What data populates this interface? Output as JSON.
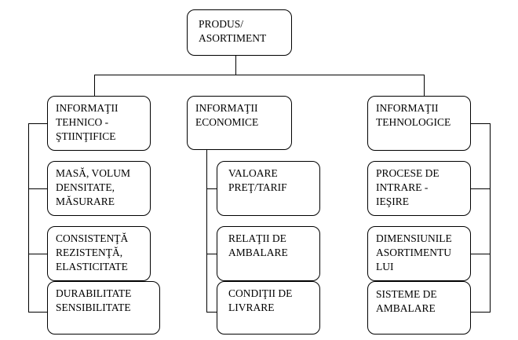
{
  "root": {
    "text": "PRODUS/\nASORTIMENT"
  },
  "columns": [
    {
      "header": "INFORMAŢII\nTEHNICO -\nŞTIINŢIFICE",
      "items": [
        "MASĂ, VOLUM\nDENSITATE,\nMĂSURARE",
        "CONSISTENŢĂ\nREZISTENŢĂ,\nELASTICITATE",
        "DURABILITATE\nSENSIBILITATE"
      ]
    },
    {
      "header": "INFORMAŢII\nECONOMICE",
      "items": [
        "VALOARE\nPREŢ/TARIF",
        "RELAŢII DE\nAMBALARE",
        "CONDIŢII DE\nLIVRARE"
      ]
    },
    {
      "header": "INFORMAŢII\nTEHNOLOGICE",
      "items": [
        "PROCESE DE\nINTRARE -\nIEŞIRE",
        "DIMENSIUNILE\nASORTIMENTU\nLUI",
        "SISTEME DE\nAMBALARE"
      ]
    }
  ]
}
